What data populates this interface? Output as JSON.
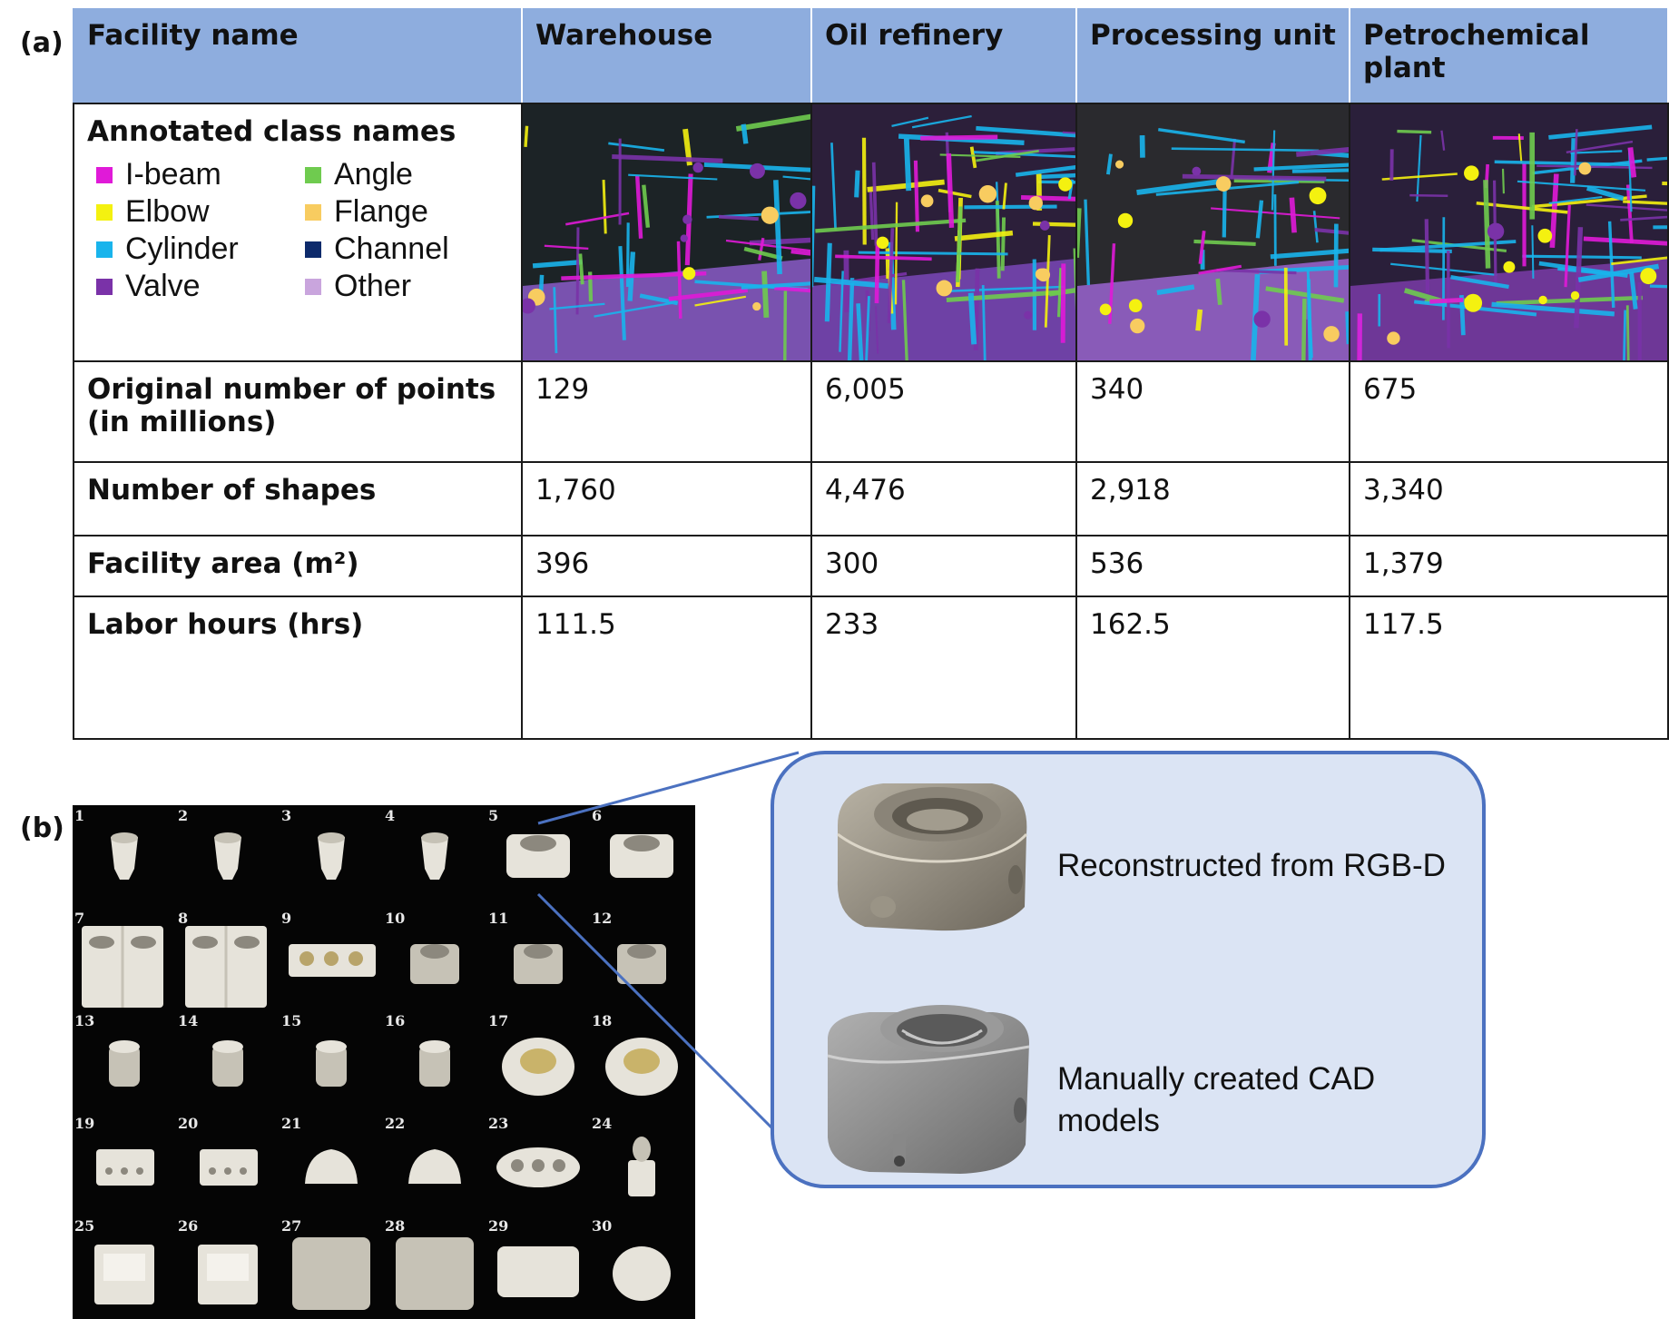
{
  "panels": {
    "a": "(a)",
    "b": "(b)"
  },
  "table": {
    "headers": [
      "Facility name",
      "Warehouse",
      "Oil refinery",
      "Processing unit",
      "Petrochemical plant"
    ],
    "legend_title": "Annotated class names",
    "legend": [
      {
        "label": "I-beam",
        "color": "#e01ad8"
      },
      {
        "label": "Angle",
        "color": "#6fcb4f"
      },
      {
        "label": "Elbow",
        "color": "#f4f110"
      },
      {
        "label": "Flange",
        "color": "#f8cc60"
      },
      {
        "label": "Cylinder",
        "color": "#19b4ec"
      },
      {
        "label": "Channel",
        "color": "#0d2a6b"
      },
      {
        "label": "Valve",
        "color": "#7a32a8"
      },
      {
        "label": "Other",
        "color": "#c9a5dd"
      }
    ],
    "rows": [
      {
        "label": "Original number of points (in millions)",
        "values": [
          "129",
          "6,005",
          "340",
          "675"
        ]
      },
      {
        "label": "Number of shapes",
        "values": [
          "1,760",
          "4,476",
          "2,918",
          "3,340"
        ]
      },
      {
        "label": "Facility area (m²)",
        "values": [
          "396",
          "300",
          "536",
          "1,379"
        ]
      },
      {
        "label": "Labor hours (hrs)",
        "values": [
          "111.5",
          "233",
          "162.5",
          "117.5"
        ]
      }
    ]
  },
  "dataset": {
    "numbers": [
      "1",
      "2",
      "3",
      "4",
      "5",
      "6",
      "7",
      "8",
      "9",
      "10",
      "11",
      "12",
      "13",
      "14",
      "15",
      "16",
      "17",
      "18",
      "19",
      "20",
      "21",
      "22",
      "23",
      "24",
      "25",
      "26",
      "27",
      "28",
      "29",
      "30"
    ]
  },
  "callout": {
    "reconstructed": "Reconstructed from RGB-D",
    "manual_line1": "Manually created CAD",
    "manual_line2": "models"
  }
}
